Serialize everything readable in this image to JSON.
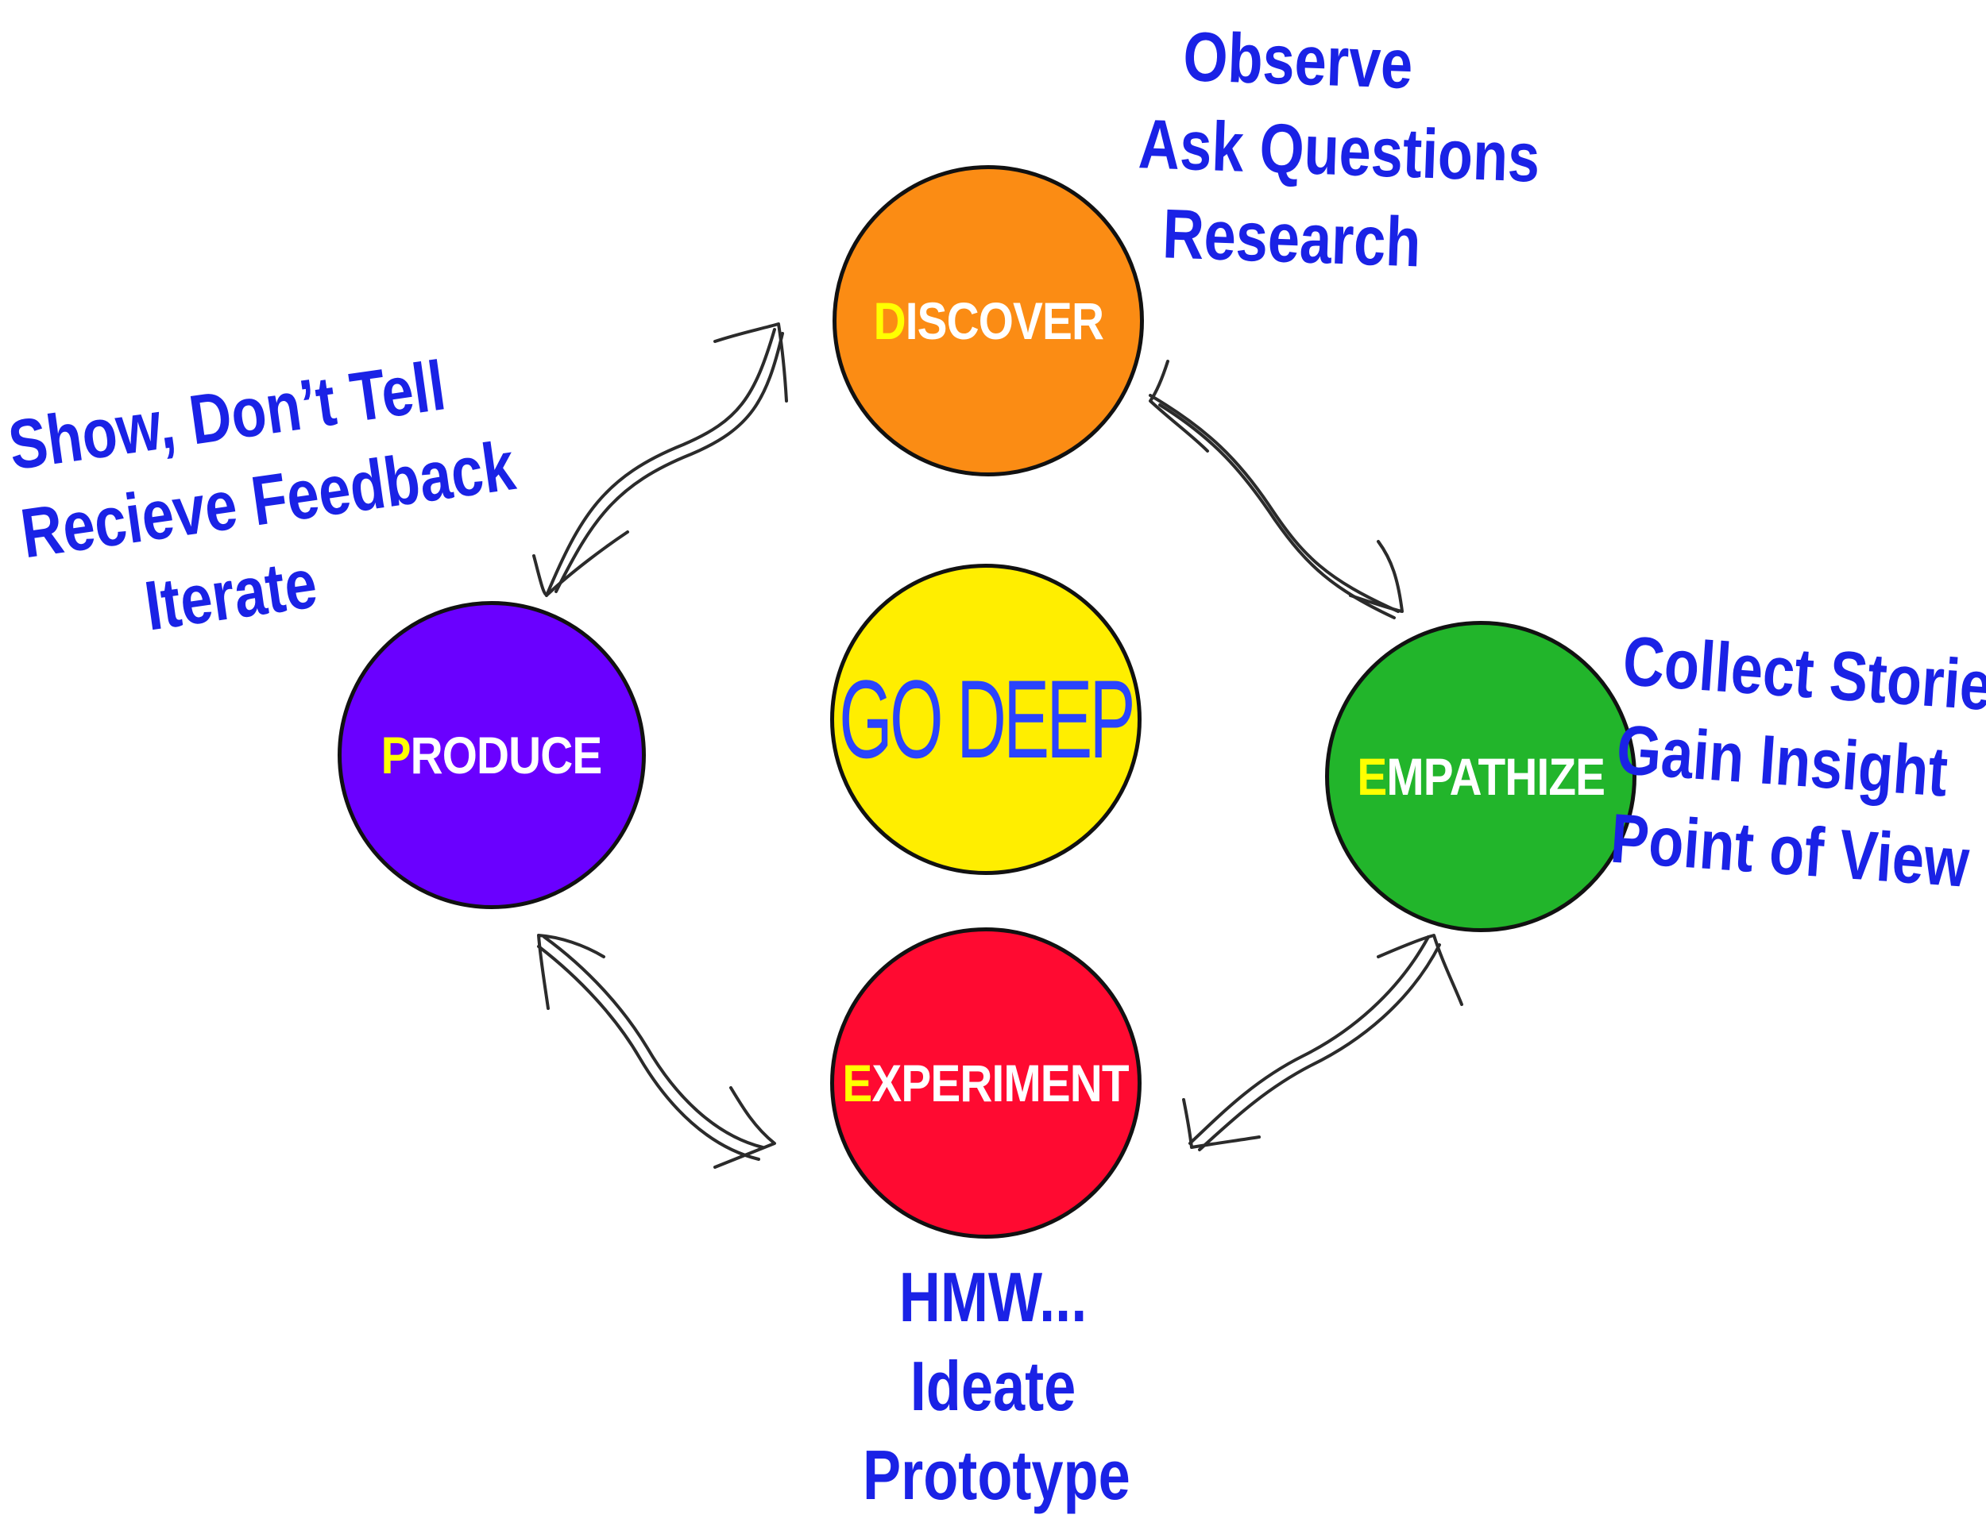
{
  "center": {
    "label": "GO DEEP"
  },
  "stages": {
    "discover": {
      "initial": "D",
      "rest": "ISCOVER",
      "color": "#fb8c14"
    },
    "empathize": {
      "initial": "E",
      "rest": "MPATHIZE",
      "color": "#22b52b"
    },
    "experiment": {
      "initial": "E",
      "rest": "XPERIMENT",
      "color": "#ff0a31"
    },
    "produce": {
      "initial": "P",
      "rest": "RODUCE",
      "color": "#6a00ff"
    }
  },
  "notes": {
    "discover": [
      "Observe",
      "Ask Questions",
      "Research"
    ],
    "empathize": [
      "Collect Stories",
      "Gain Insight",
      "Point of View"
    ],
    "experiment": [
      "HMW...",
      "Ideate",
      "Prototype"
    ],
    "produce": [
      "Show, Don’t Tell",
      "Recieve Feedback",
      "Iterate"
    ]
  },
  "colors": {
    "center_fill": "#ffee00",
    "initial_letter": "#ffff00",
    "note_text": "#1a22e6",
    "arrow_stroke": "#2b2b2b"
  }
}
